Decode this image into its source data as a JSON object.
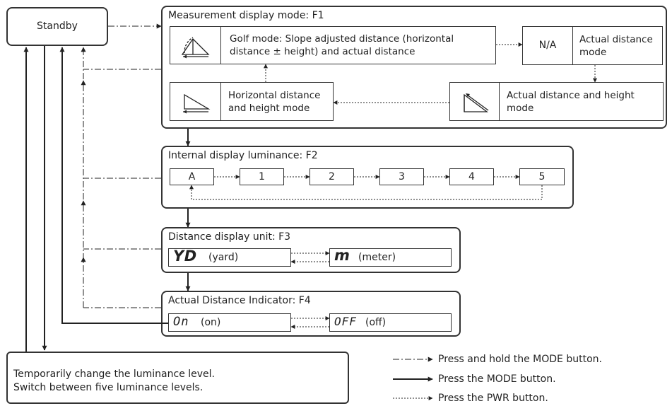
{
  "standby": {
    "label": "Standby"
  },
  "f1": {
    "title": "Measurement display mode: F1",
    "golf_line1": "Golf mode: Slope adjusted distance (horizontal",
    "golf_line2": "distance ± height) and actual distance",
    "na_label": "N/A",
    "actual_line1": "Actual distance",
    "actual_line2": "mode",
    "actual_height_line1": "Actual distance and height",
    "actual_height_line2": "mode",
    "horizontal_line1": "Horizontal distance",
    "horizontal_line2": "and height mode"
  },
  "f2": {
    "title": "Internal display luminance: F2",
    "levels": [
      "A",
      "1",
      "2",
      "3",
      "4",
      "5"
    ]
  },
  "f3": {
    "title": "Distance display unit: F3",
    "yard_symbol": "YD",
    "yard_label": "(yard)",
    "meter_symbol": "m",
    "meter_label": "(meter)"
  },
  "f4": {
    "title": "Actual Distance Indicator: F4",
    "on_symbol": "On",
    "on_label": "(on)",
    "off_symbol": "OFF",
    "off_label": "(off)"
  },
  "luminance_note": {
    "line1": "Temporarily change the luminance level.",
    "line2": "Switch between five luminance levels."
  },
  "legend": {
    "hold_mode": "Press and hold the MODE button.",
    "press_mode": "Press the MODE button.",
    "press_pwr": "Press the PWR button."
  }
}
